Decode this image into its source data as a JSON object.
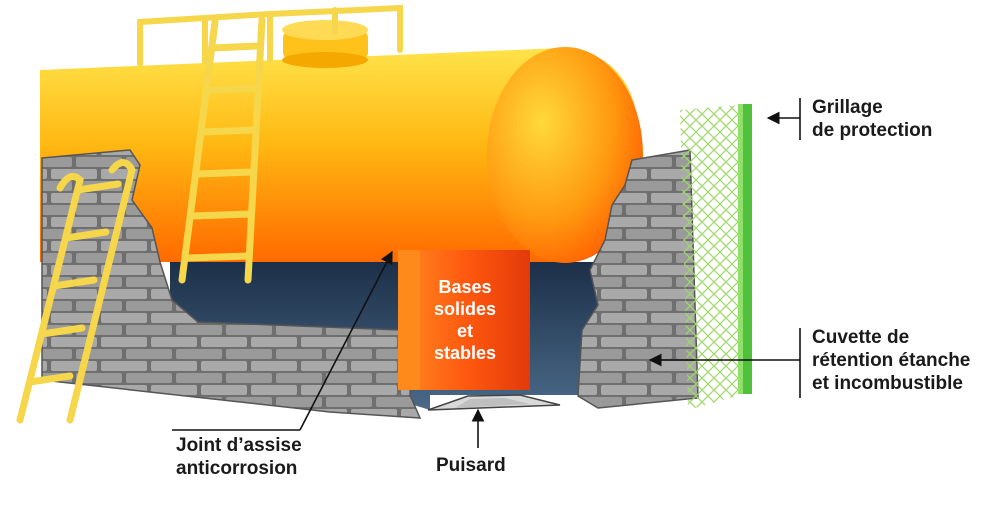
{
  "labels": {
    "grillage": [
      "Grillage",
      "de protection"
    ],
    "cuvette": [
      "Cuvette de",
      "rétention étanche",
      "et incombustible"
    ],
    "joint": [
      "Joint d’assise",
      "anticorrosion"
    ],
    "puisard": [
      "Puisard"
    ],
    "bases": [
      "Bases",
      "solides",
      "et",
      "stables"
    ]
  },
  "colors": {
    "tank_light": "#ffd21a",
    "tank_dark": "#ff7a00",
    "pier": "#ff5a10",
    "ladder": "#f6d64a",
    "fence": "#4fc13a",
    "mesh": "#9fd86a",
    "brick": "#8c8c8c",
    "basin_floor": "#1f3550",
    "text": "#1a1a1a"
  }
}
